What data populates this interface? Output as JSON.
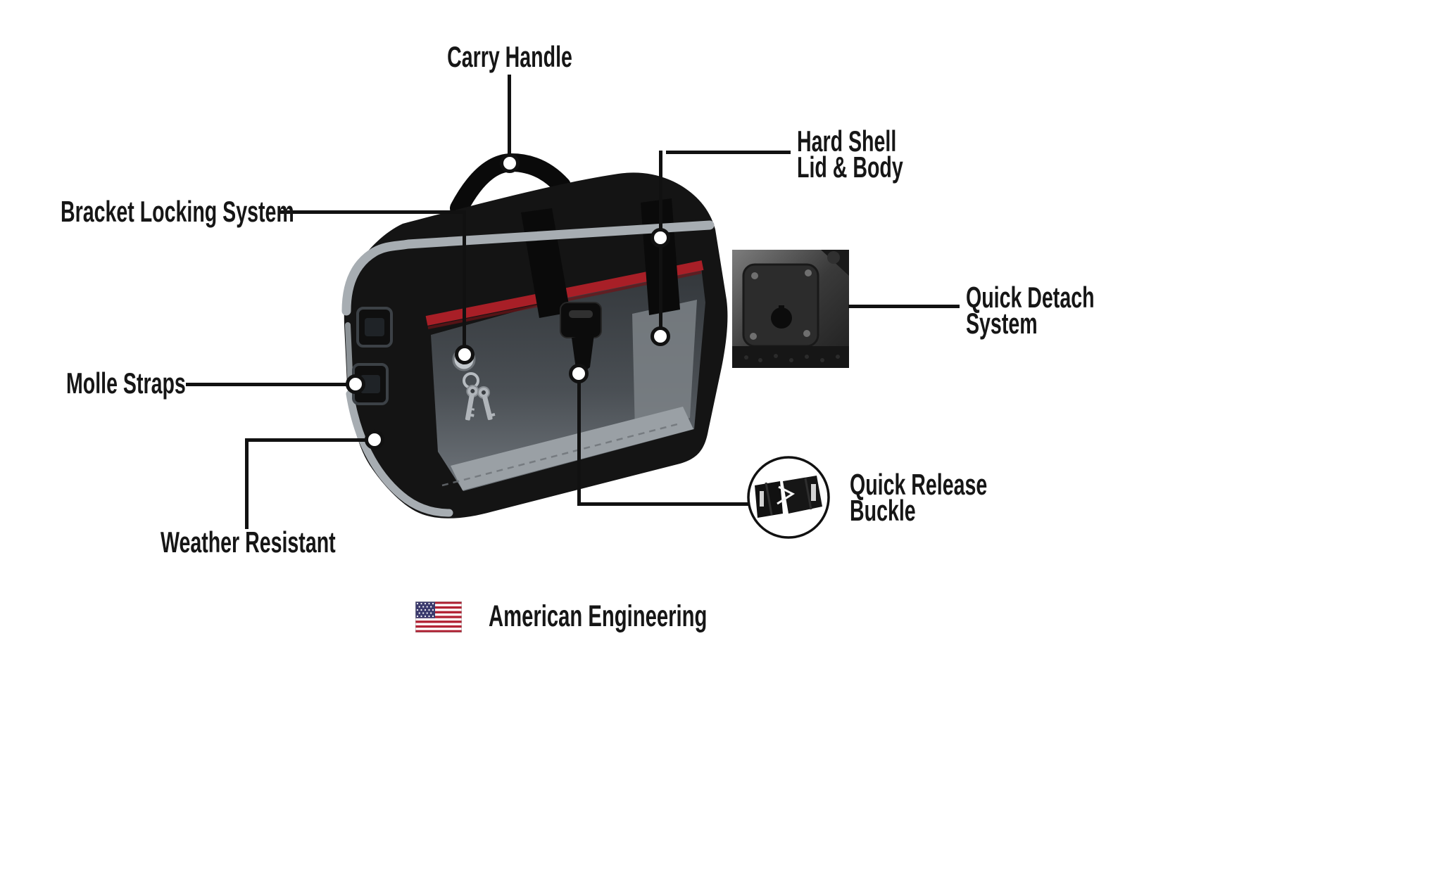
{
  "callouts": {
    "carry_handle": {
      "label": "Carry Handle"
    },
    "hard_shell": {
      "line1": "Hard Shell",
      "line2": "Lid & Body"
    },
    "bracket_locking": {
      "label": "Bracket Locking System"
    },
    "quick_detach": {
      "line1": "Quick Detach",
      "line2": "System"
    },
    "molle_straps": {
      "label": "Molle Straps"
    },
    "weather_resistant": {
      "label": "Weather Resistant"
    },
    "quick_release": {
      "line1": "Quick Release",
      "line2": "Buckle"
    }
  },
  "footer": {
    "label": "American Engineering"
  },
  "icons": {
    "flag": "us-flag-icon",
    "quick_detach_inset": "quick-detach-plate-photo",
    "quick_release_inset": "quick-release-buckle-illustration"
  },
  "colors": {
    "background": "#ffffff",
    "callout_line": "#111111",
    "label_text": "#161616",
    "bag_black": "#141414",
    "trim_gray": "#a7adb2",
    "accent_red": "#a81f27",
    "flag_red": "#b22234",
    "flag_blue": "#3c3b6e"
  }
}
